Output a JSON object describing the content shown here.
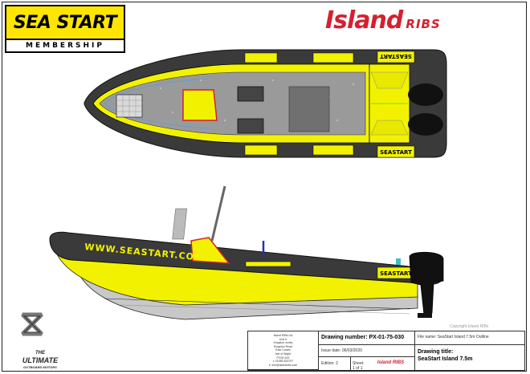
{
  "brand": {
    "seastart_main": "SEA START",
    "seastart_sub": "MEMBERSHIP",
    "island_main": "Island",
    "island_sub": "RIBS"
  },
  "hull_text": {
    "website": "WWW.SEASTART.CO.UK",
    "decal": "SEASTART",
    "decal_top": "SEASTART"
  },
  "engine_brand": {
    "caption_line1": "THE",
    "caption_line2": "ULTIMATE",
    "caption_line3": "OUTBOARD MOTORS"
  },
  "copyright": "Copyright Island RIBs",
  "title_block": {
    "address_lines": [
      "Island RIBs Ltd",
      "Unit 6",
      "Kingston works",
      "Kingston Road",
      "East Cowes",
      "Isle of Wight",
      "PO32 6JS",
      "t: 01983 533797",
      "e: info@islandribs.com"
    ],
    "drawing_number": "Drawing number: PX-01-75-030",
    "file_name": "File name: SeaStart Island 7.5m Outline",
    "issue_date": "Issue date: 06/03/2020",
    "edition": "Edition: 2",
    "sheet": "Sheet: 1 of 1",
    "logo": "Island RIBS",
    "drawing_title_label": "Drawing title:",
    "drawing_title": "SeaStart Island 7.5m"
  },
  "colors": {
    "tube": "#3a3a3a",
    "yellow": "#f2f200",
    "deck": "#9a9a9a",
    "red_brand": "#d42030"
  }
}
